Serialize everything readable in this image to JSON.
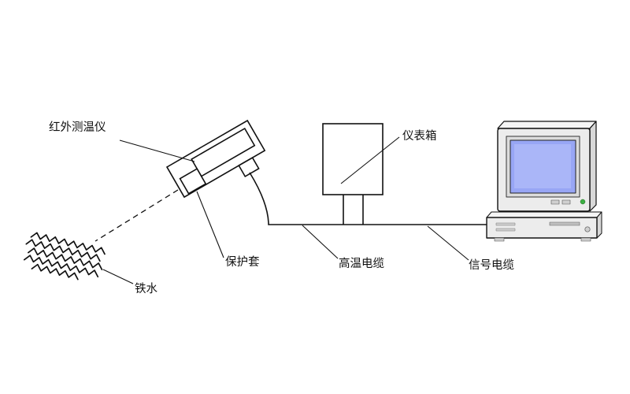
{
  "diagram": {
    "title_hint": "infrared-temperature-measurement-system",
    "labels": {
      "infrared_thermometer": "红外测温仪",
      "instrument_box": "仪表箱",
      "protective_sleeve": "保护套",
      "high_temp_cable": "高温电缆",
      "signal_cable": "信号电缆",
      "molten_iron": "铁水"
    },
    "colors": {
      "line": "#111111",
      "screen_blue": "#98a6f5",
      "screen_highlight": "#aab6f8",
      "monitor_gray": "#ececec",
      "bezel_gray": "#dcdcdc",
      "side_gray": "#d8d8d8",
      "top_gray": "#f5f5f5",
      "case_gray": "#ececec",
      "led_green": "#3cb043"
    }
  }
}
